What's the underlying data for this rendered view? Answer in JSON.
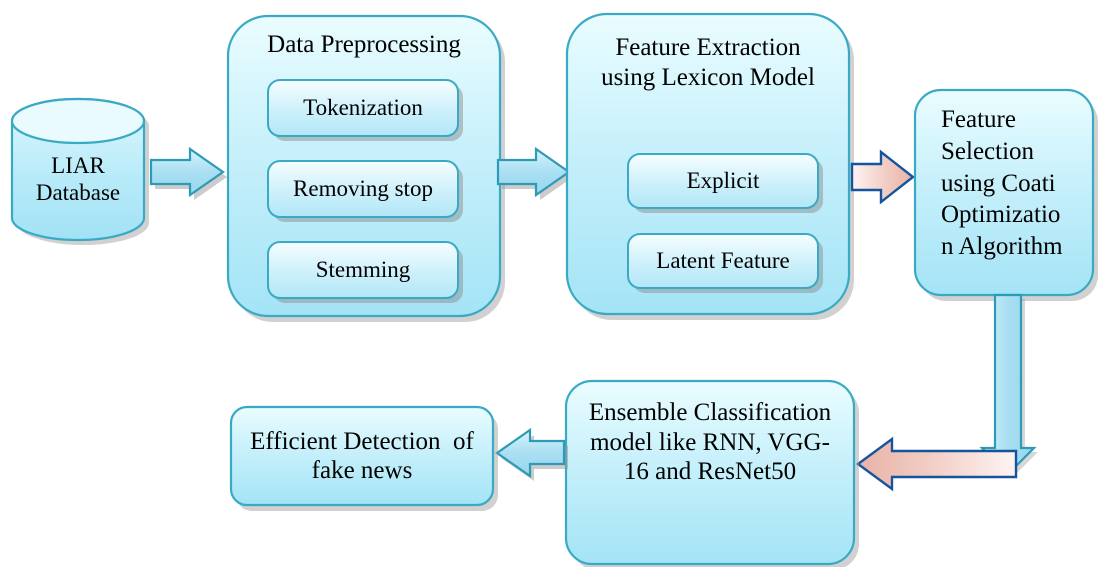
{
  "diagram": {
    "title": "Fake news detection pipeline flowchart",
    "type": "flowchart",
    "palette": {
      "box_fill_light": "#e8fbff",
      "box_fill_deep": "#a9e6f7",
      "box_stroke": "#3aa9c4",
      "inner_fill_light": "#f2fdff",
      "inner_fill_deep": "#b9eaf8",
      "arrow_blue_fill": "#addff2",
      "arrow_blue_stroke": "#2e9ab5",
      "arrow_pink_fill": "#f0c3bb",
      "arrow_pink_stroke": "#14559e",
      "shadow": "#9a9a9a",
      "text": "#000000"
    },
    "nodes": [
      {
        "id": "liar-database",
        "shape": "cylinder",
        "label": "LIAR\nDatabase"
      },
      {
        "id": "data-preprocessing",
        "shape": "rounded-rect",
        "label": "Data Preprocessing",
        "children": [
          {
            "id": "tokenization",
            "label": "Tokenization"
          },
          {
            "id": "removing-stop",
            "label": "Removing stop"
          },
          {
            "id": "stemming",
            "label": "Stemming"
          }
        ]
      },
      {
        "id": "feature-extraction",
        "shape": "rounded-rect",
        "label": "Feature Extraction\nusing Lexicon Model",
        "children": [
          {
            "id": "explicit",
            "label": "Explicit"
          },
          {
            "id": "latent-feature",
            "label": "Latent Feature"
          }
        ]
      },
      {
        "id": "feature-selection",
        "shape": "rounded-rect",
        "label": "Feature\nSelection\nusing Coati\nOptimizatio\nn Algorithm"
      },
      {
        "id": "ensemble-classification",
        "shape": "rounded-rect",
        "label": "Ensemble Classification\nmodel like RNN, VGG-\n16 and ResNet50"
      },
      {
        "id": "efficient-detection",
        "shape": "rounded-rect",
        "label": "Efficient Detection  of\nfake news"
      }
    ],
    "edges": [
      {
        "id": "edge-db-to-preprocessing",
        "from": "liar-database",
        "to": "data-preprocessing",
        "direction": "right",
        "color": "blue"
      },
      {
        "id": "edge-preprocessing-to-extraction",
        "from": "data-preprocessing",
        "to": "feature-extraction",
        "direction": "right",
        "color": "blue"
      },
      {
        "id": "edge-extraction-to-selection",
        "from": "feature-extraction",
        "to": "feature-selection",
        "direction": "right",
        "color": "pink"
      },
      {
        "id": "edge-selection-down",
        "from": "feature-selection",
        "to": "edge-selection-to-ensemble",
        "direction": "down",
        "color": "blue"
      },
      {
        "id": "edge-selection-to-ensemble",
        "from": "feature-selection",
        "to": "ensemble-classification",
        "direction": "left",
        "color": "pink"
      },
      {
        "id": "edge-ensemble-to-detection",
        "from": "ensemble-classification",
        "to": "efficient-detection",
        "direction": "left",
        "color": "blue"
      }
    ]
  }
}
